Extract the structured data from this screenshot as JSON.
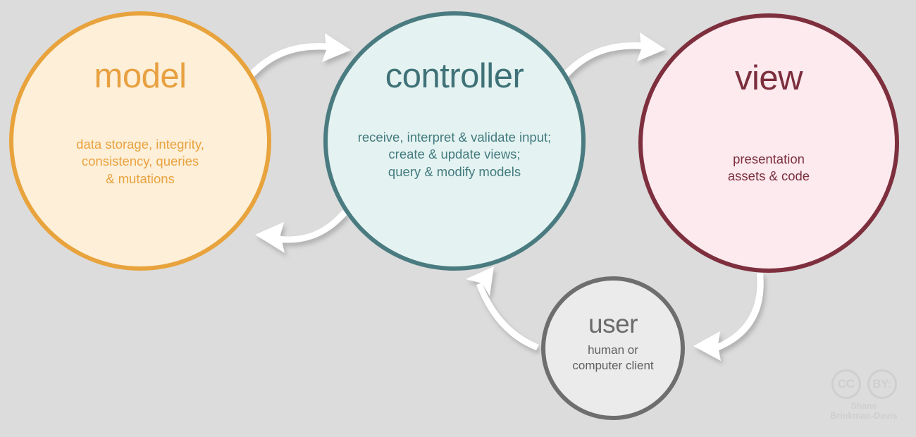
{
  "diagram": {
    "title": "model-view-controller architecture",
    "background_color": "#dcdcdc",
    "arrow_color": "#ffffff"
  },
  "nodes": [
    {
      "id": "model",
      "title": "model",
      "description": "data storage, integrity,\nconsistency, queries\n& mutations",
      "border_color": "#e8a33d",
      "fill_color": "#fdefd8",
      "text_color": "#e9a23f"
    },
    {
      "id": "controller",
      "title": "controller",
      "description": "receive, interpret & validate input;\ncreate & update views;\nquery & modify models",
      "border_color": "#4a7b80",
      "fill_color": "#e4f3f1",
      "text_color": "#3f7278"
    },
    {
      "id": "view",
      "title": "view",
      "description": "presentation\nassets & code",
      "border_color": "#7e2f3e",
      "fill_color": "#fceaee",
      "text_color": "#7c2e3d"
    },
    {
      "id": "user",
      "title": "user",
      "description": "human or\ncomputer client",
      "border_color": "#6e6e6e",
      "fill_color": "#ebebeb",
      "text_color": "#5f5f5f"
    }
  ],
  "arrows": [
    {
      "id": "model-to-controller",
      "from": "model",
      "to": "controller",
      "label": ""
    },
    {
      "id": "controller-to-model",
      "from": "controller",
      "to": "model",
      "label": ""
    },
    {
      "id": "controller-to-view",
      "from": "controller",
      "to": "view",
      "label": ""
    },
    {
      "id": "view-to-user",
      "from": "view",
      "to": "user",
      "label": ""
    },
    {
      "id": "user-to-controller",
      "from": "user",
      "to": "controller",
      "label": ""
    }
  ],
  "watermark": {
    "license_mark": "CC",
    "attribution_mark": "BY:",
    "credit_line_1": "Shane",
    "credit_line_2": "Brinkman-Davis",
    "color": "#cfcfcf"
  }
}
